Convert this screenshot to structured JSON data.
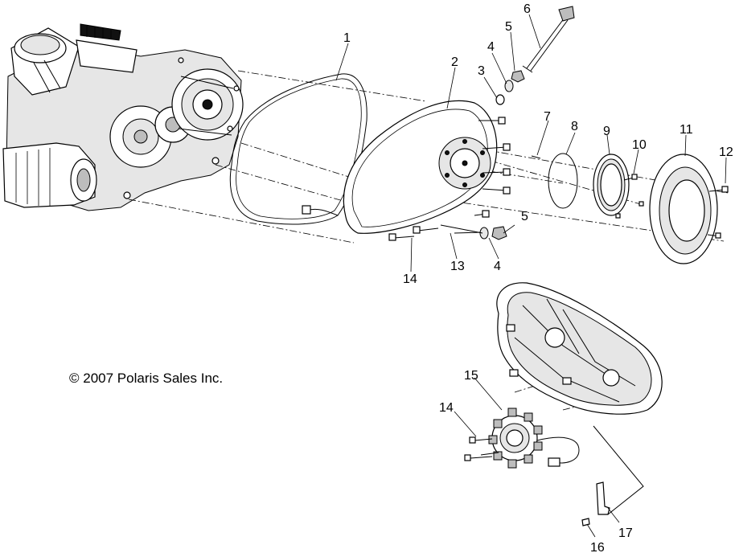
{
  "copyright": "© 2007 Polaris Sales Inc.",
  "callouts": [
    {
      "id": "1",
      "label": "1"
    },
    {
      "id": "2",
      "label": "2"
    },
    {
      "id": "3",
      "label": "3"
    },
    {
      "id": "4a",
      "label": "4"
    },
    {
      "id": "5a",
      "label": "5"
    },
    {
      "id": "6",
      "label": "6"
    },
    {
      "id": "7",
      "label": "7"
    },
    {
      "id": "8",
      "label": "8"
    },
    {
      "id": "9",
      "label": "9"
    },
    {
      "id": "10",
      "label": "10"
    },
    {
      "id": "11",
      "label": "11"
    },
    {
      "id": "12",
      "label": "12"
    },
    {
      "id": "5b",
      "label": "5"
    },
    {
      "id": "4b",
      "label": "4"
    },
    {
      "id": "13",
      "label": "13"
    },
    {
      "id": "14a",
      "label": "14"
    },
    {
      "id": "15",
      "label": "15"
    },
    {
      "id": "14b",
      "label": "14"
    },
    {
      "id": "17",
      "label": "17"
    },
    {
      "id": "16",
      "label": "16"
    }
  ]
}
